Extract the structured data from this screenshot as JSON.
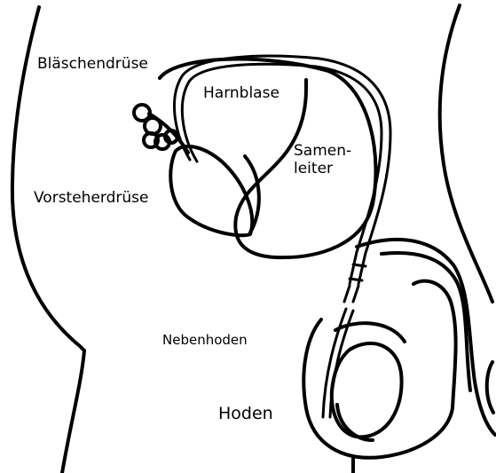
{
  "diagram": {
    "labels": {
      "seminal_vesicle": "Bläschendrüse",
      "bladder": "Harnblase",
      "vas_deferens_line1": "Samen-",
      "vas_deferens_line2": "leiter",
      "prostate": "Vorsteherdrüse",
      "epididymis": "Nebenhoden",
      "testis": "Hoden"
    },
    "colors": {
      "outline": "#000000",
      "background": "#ffffff"
    }
  }
}
